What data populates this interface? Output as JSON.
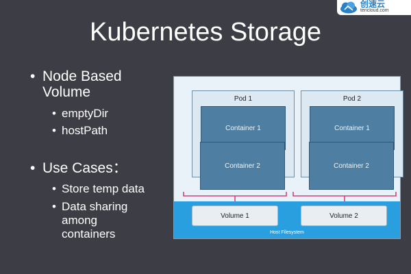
{
  "logo": {
    "brand_text": "创速云",
    "domain_text": "tencloud.com",
    "colors": {
      "cloud_blue": "#2b7fc4"
    }
  },
  "slide": {
    "title": "Kubernetes Storage",
    "bullets": [
      {
        "text": "Node Based Volume",
        "subitems": [
          "emptyDir",
          "hostPath"
        ]
      },
      {
        "text": "Use Cases：",
        "subitems": [
          "Store temp data",
          "Data sharing among containers"
        ]
      }
    ],
    "bullet_glyph": "•"
  },
  "diagram": {
    "pods": [
      {
        "label": "Pod 1",
        "containers": [
          "Container 1",
          "Container 2"
        ]
      },
      {
        "label": "Pod 2",
        "containers": [
          "Container 1",
          "Container 2"
        ]
      }
    ],
    "volumes": [
      "Volume 1",
      "Volume 2"
    ],
    "host_label": "Host Filesystem",
    "colors": {
      "background": "#e8f2f8",
      "container": "#4e7fa3",
      "host": "#2a9fe0",
      "connector": "#d0457a"
    }
  }
}
